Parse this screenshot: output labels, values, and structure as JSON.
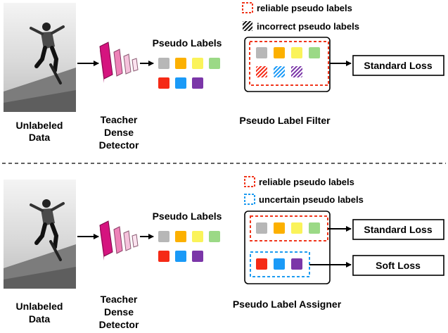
{
  "colors": {
    "gray": "#b7b7b7",
    "orange": "#fcb000",
    "yellow": "#faf35a",
    "green": "#9bd986",
    "red": "#f52a16",
    "blue": "#1a9af7",
    "purple": "#7b36a8",
    "reliable_border": "#f0361c",
    "uncertain_border": "#1d9bf0",
    "teacher_pink_dark": "#d5147f",
    "teacher_pink_light": "#f5c2dc"
  },
  "top_panel": {
    "input_label": [
      "Unlabeled",
      "Data"
    ],
    "teacher_label": [
      "Teacher",
      "Dense",
      "Detector"
    ],
    "pseudo_labels_title": "Pseudo Labels",
    "legend": [
      {
        "icon": "reliable-dashed-box-icon",
        "text": "reliable pseudo labels"
      },
      {
        "icon": "hatched-box-icon",
        "text": "incorrect pseudo labels"
      }
    ],
    "module_caption": "Pseudo Label Filter",
    "output": "Standard Loss"
  },
  "bottom_panel": {
    "input_label": [
      "Unlabeled",
      "Data"
    ],
    "teacher_label": [
      "Teacher",
      "Dense",
      "Detector"
    ],
    "pseudo_labels_title": "Pseudo Labels",
    "legend": [
      {
        "icon": "reliable-dashed-box-icon",
        "text": "reliable pseudo labels"
      },
      {
        "icon": "uncertain-dashed-box-icon",
        "text": "uncertain pseudo labels"
      }
    ],
    "module_caption": "Pseudo Label Assigner",
    "outputs": [
      "Standard Loss",
      "Soft Loss"
    ]
  }
}
